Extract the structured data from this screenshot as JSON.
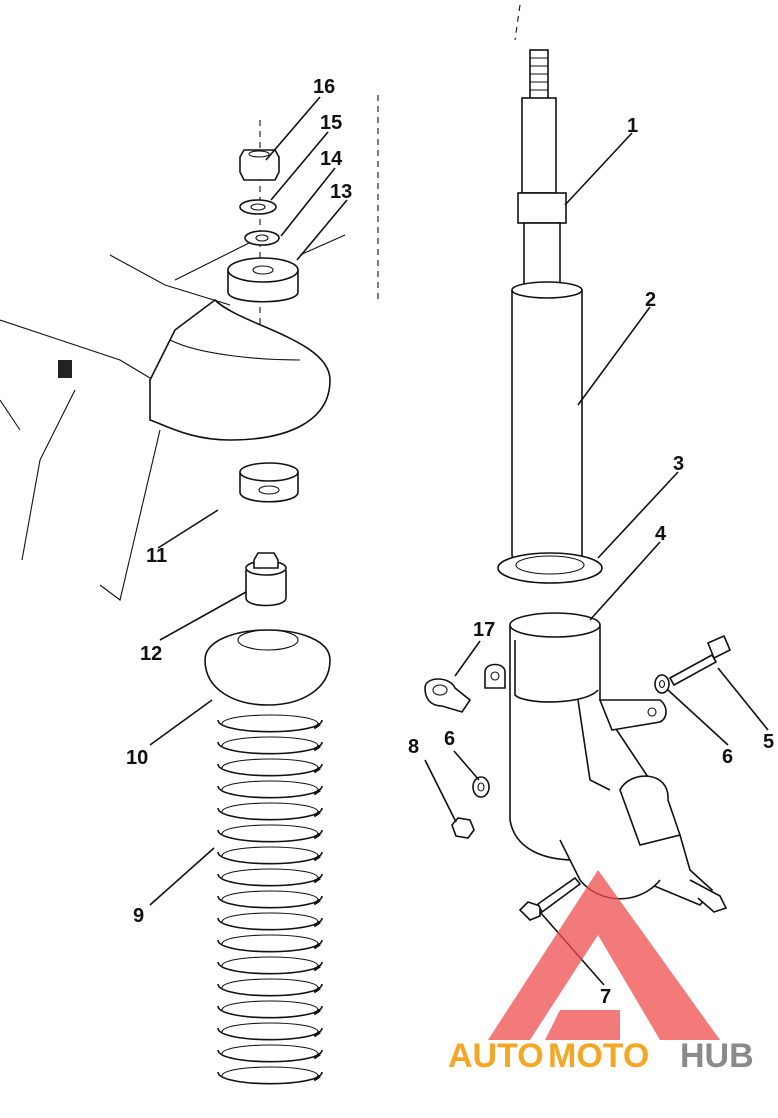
{
  "callouts": {
    "c1": "1",
    "c2": "2",
    "c3": "3",
    "c4": "4",
    "c5": "5",
    "c6a": "6",
    "c6b": "6",
    "c7": "7",
    "c8": "8",
    "c9": "9",
    "c10": "10",
    "c11": "11",
    "c12": "12",
    "c13": "13",
    "c14": "14",
    "c15": "15",
    "c16": "16",
    "c17": "17"
  },
  "watermark": {
    "part1": "AUTO",
    "part2": "MOTO",
    "part3": "HUB",
    "color_orange": "#f5a623",
    "color_gray": "#8a8a8a",
    "color_logo": "#f04e4e"
  }
}
